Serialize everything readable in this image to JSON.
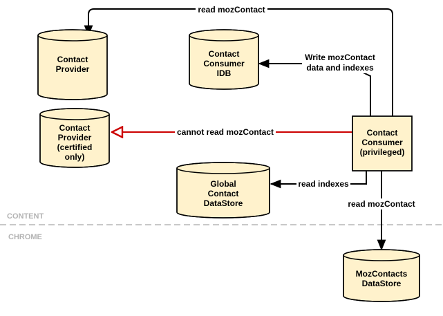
{
  "colors": {
    "node_fill": "#fff2cc",
    "node_stroke": "#000000",
    "edge": "#000000",
    "edge_denied": "#cc0000",
    "zone_label": "#b3b3b3",
    "zone_divider": "#c8c8c8"
  },
  "nodes": {
    "contact_provider": {
      "lines": [
        "Contact",
        "Provider"
      ]
    },
    "contact_consumer_idb": {
      "lines": [
        "Contact",
        "Consumer",
        "IDB"
      ]
    },
    "contact_provider_certified": {
      "lines": [
        "Contact",
        "Provider",
        "(certified",
        "only)"
      ]
    },
    "global_datastore": {
      "lines": [
        "Global",
        "Contact",
        "DataStore"
      ]
    },
    "contact_consumer_privileged": {
      "lines": [
        "Contact",
        "Consumer",
        "(privileged)"
      ]
    },
    "mozcontacts_datastore": {
      "lines": [
        "MozContacts",
        "DataStore"
      ]
    }
  },
  "edges": {
    "read_top": {
      "label": [
        "read mozContact"
      ]
    },
    "write_idb": {
      "label": [
        "Write mozContact",
        "data and indexes"
      ]
    },
    "cannot_read": {
      "label": [
        "cannot read mozContact"
      ]
    },
    "read_indexes": {
      "label": [
        "read indexes"
      ]
    },
    "read_moz": {
      "label": [
        "read mozContact"
      ]
    }
  },
  "zones": {
    "content": "CONTENT",
    "chrome": "CHROME"
  }
}
